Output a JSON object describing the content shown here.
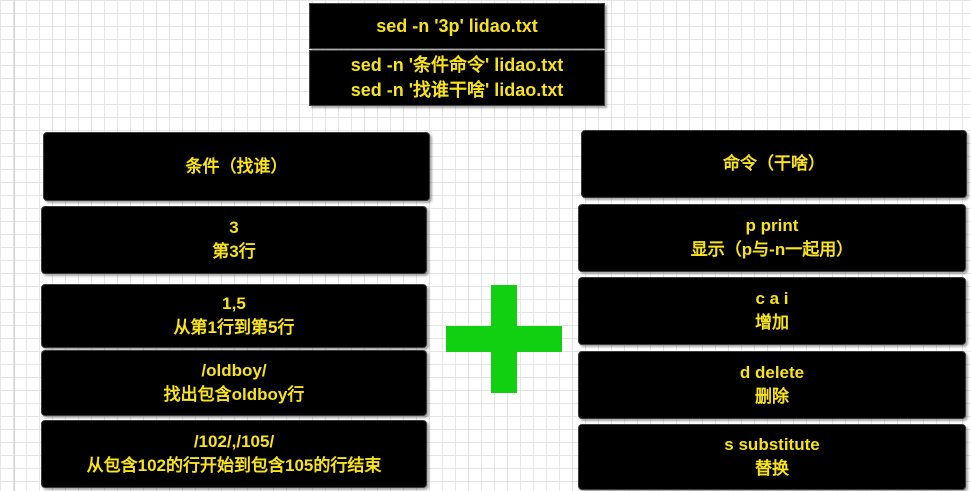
{
  "top": {
    "cmd": "sed  -n  '3p'  lidao.txt",
    "syntax": [
      "sed  -n  '条件命令'  lidao.txt",
      "sed  -n  '找谁干啥'  lidao.txt"
    ]
  },
  "left": {
    "header": "条件（找谁）",
    "items": [
      {
        "line1": "3",
        "line2": "第3行"
      },
      {
        "line1": "1,5",
        "line2": "从第1行到第5行"
      },
      {
        "line1": "/oldboy/",
        "line2": "找出包含oldboy行"
      },
      {
        "line1": "/102/,/105/",
        "line2": "从包含102的行开始到包含105的行结束"
      }
    ]
  },
  "right": {
    "header": "命令（干啥）",
    "items": [
      {
        "line1": "p print",
        "line2": "显示（p与-n一起用）"
      },
      {
        "line1": "c a i",
        "line2": "增加"
      },
      {
        "line1": "d delete",
        "line2": "删除"
      },
      {
        "line1": "s  substitute",
        "line2": "替换"
      }
    ]
  },
  "colors": {
    "box_background": "#000000",
    "text": "#f7e21b",
    "plus": "#11d011",
    "grid": "#e6e6e6"
  },
  "icons": {
    "plus": "plus-icon"
  }
}
